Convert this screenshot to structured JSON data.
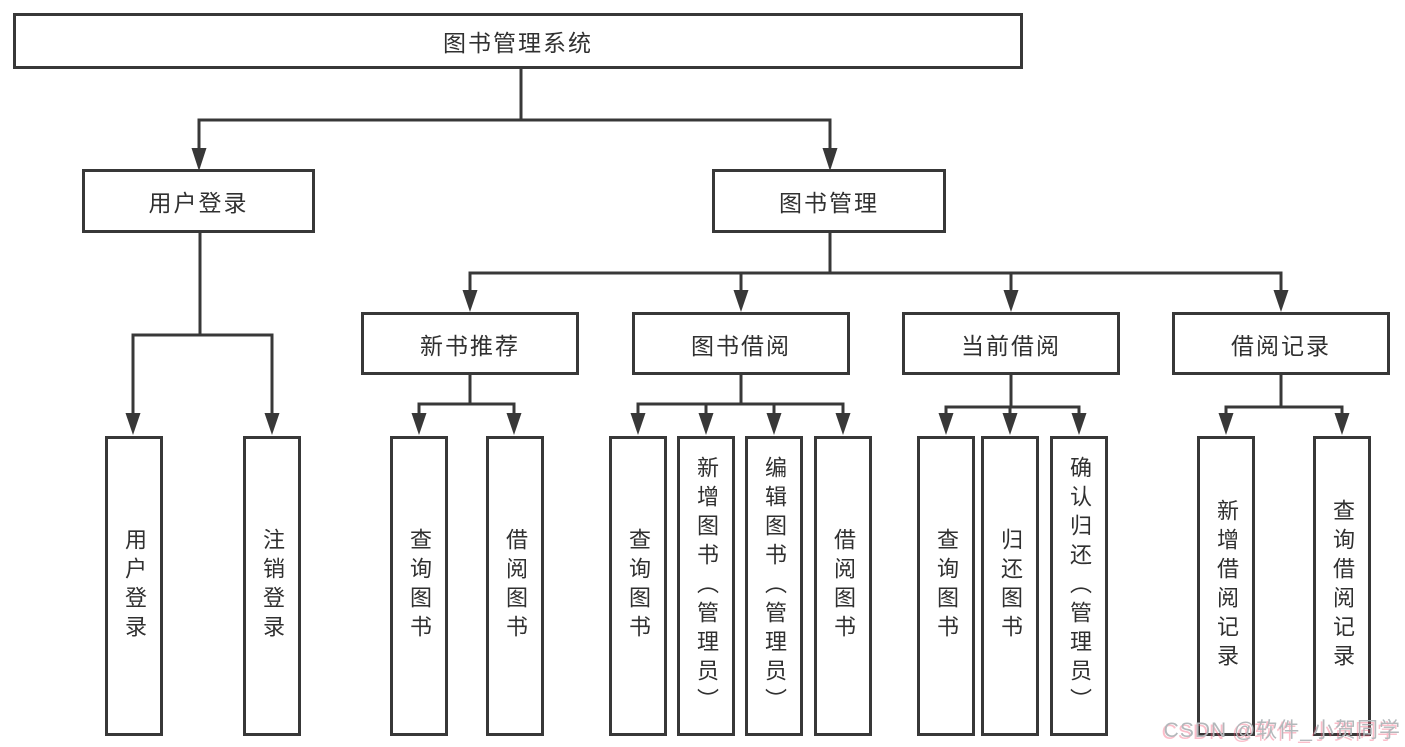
{
  "tree": {
    "root": {
      "label": "图书管理系统"
    },
    "level1": [
      {
        "label": "用户登录"
      },
      {
        "label": "图书管理"
      }
    ],
    "level2": [
      {
        "label": "新书推荐",
        "parent": "图书管理"
      },
      {
        "label": "图书借阅",
        "parent": "图书管理"
      },
      {
        "label": "当前借阅",
        "parent": "图书管理"
      },
      {
        "label": "借阅记录",
        "parent": "图书管理"
      }
    ],
    "leaves": [
      {
        "label": "用户登录",
        "parent": "用户登录"
      },
      {
        "label": "注销登录",
        "parent": "用户登录"
      },
      {
        "label": "查询图书",
        "parent": "新书推荐"
      },
      {
        "label": "借阅图书",
        "parent": "新书推荐"
      },
      {
        "label": "查询图书",
        "parent": "图书借阅"
      },
      {
        "label": "新增图书（管理员）",
        "parent": "图书借阅"
      },
      {
        "label": "编辑图书（管理员）",
        "parent": "图书借阅"
      },
      {
        "label": "借阅图书",
        "parent": "图书借阅"
      },
      {
        "label": "查询图书",
        "parent": "当前借阅"
      },
      {
        "label": "归还图书",
        "parent": "当前借阅"
      },
      {
        "label": "确认归还（管理员）",
        "parent": "当前借阅"
      },
      {
        "label": "新增借阅记录",
        "parent": "借阅记录"
      },
      {
        "label": "查询借阅记录",
        "parent": "借阅记录"
      }
    ]
  },
  "watermark": {
    "text": "CSDN @软件_小贺同学"
  },
  "colors": {
    "line": "#383838",
    "text": "#303030",
    "background": "#ffffff",
    "watermark_text": "#b3b8bb",
    "watermark_shadow": "#f45c7a"
  }
}
